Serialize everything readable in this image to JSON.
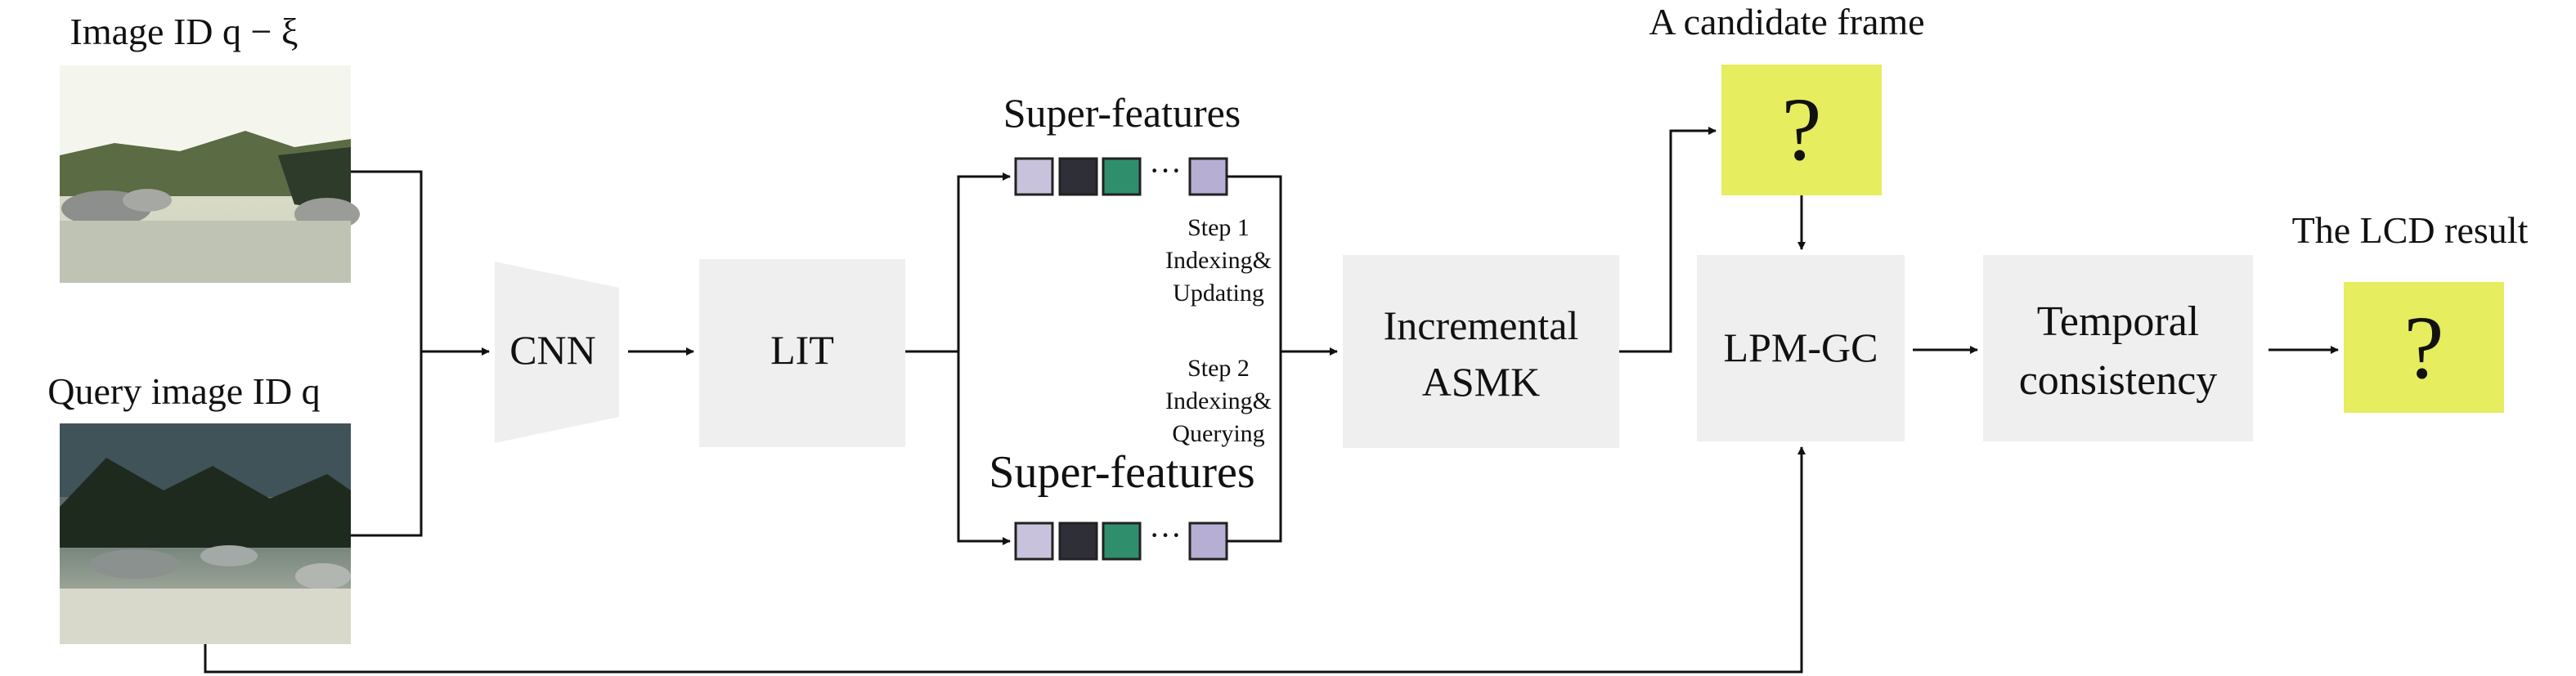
{
  "inputs": {
    "prev_image_label": "Image ID q − ξ",
    "query_image_label": "Query image ID q"
  },
  "blocks": {
    "cnn": "CNN",
    "lit": "LIT",
    "asmk_line1": "Incremental",
    "asmk_line2": "ASMK",
    "lpm": "LPM-GC",
    "temporal_line1": "Temporal",
    "temporal_line2": "consistency"
  },
  "features": {
    "top_title": "Super-features",
    "bottom_title": "Super-features",
    "ellipsis": "···",
    "cell_colors": [
      "#c9c2dc",
      "#2f2f38",
      "#2f8f6d",
      "#b7aed4"
    ]
  },
  "steps": {
    "step1_line1": "Step 1",
    "step1_line2": "Indexing&",
    "step1_line3": "Updating",
    "step2_line1": "Step 2",
    "step2_line2": "Indexing&",
    "step2_line3": "Querying"
  },
  "outputs": {
    "candidate_title": "A candidate frame",
    "candidate_mark": "?",
    "result_title": "The LCD result",
    "result_mark": "?"
  },
  "colors": {
    "block_fill": "#efefef",
    "question_fill": "#e6ed5e"
  }
}
